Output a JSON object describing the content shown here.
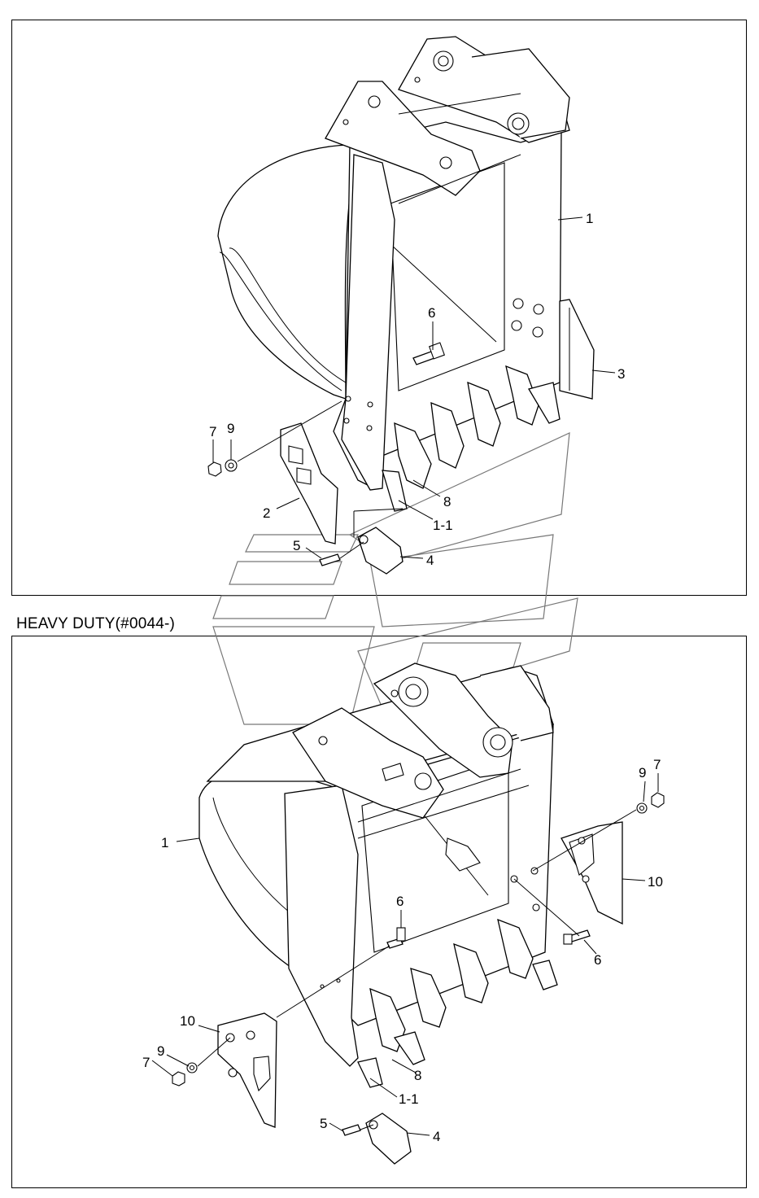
{
  "sections": [
    {
      "title": "",
      "callouts": [
        "1",
        "6",
        "3",
        "7",
        "9",
        "2",
        "8",
        "1-1",
        "5",
        "4"
      ]
    },
    {
      "title": "HEAVY DUTY(#0044-)",
      "callouts": [
        "1",
        "6",
        "9",
        "7",
        "10",
        "6",
        "10",
        "9",
        "7",
        "8",
        "1-1",
        "5",
        "4"
      ]
    }
  ]
}
